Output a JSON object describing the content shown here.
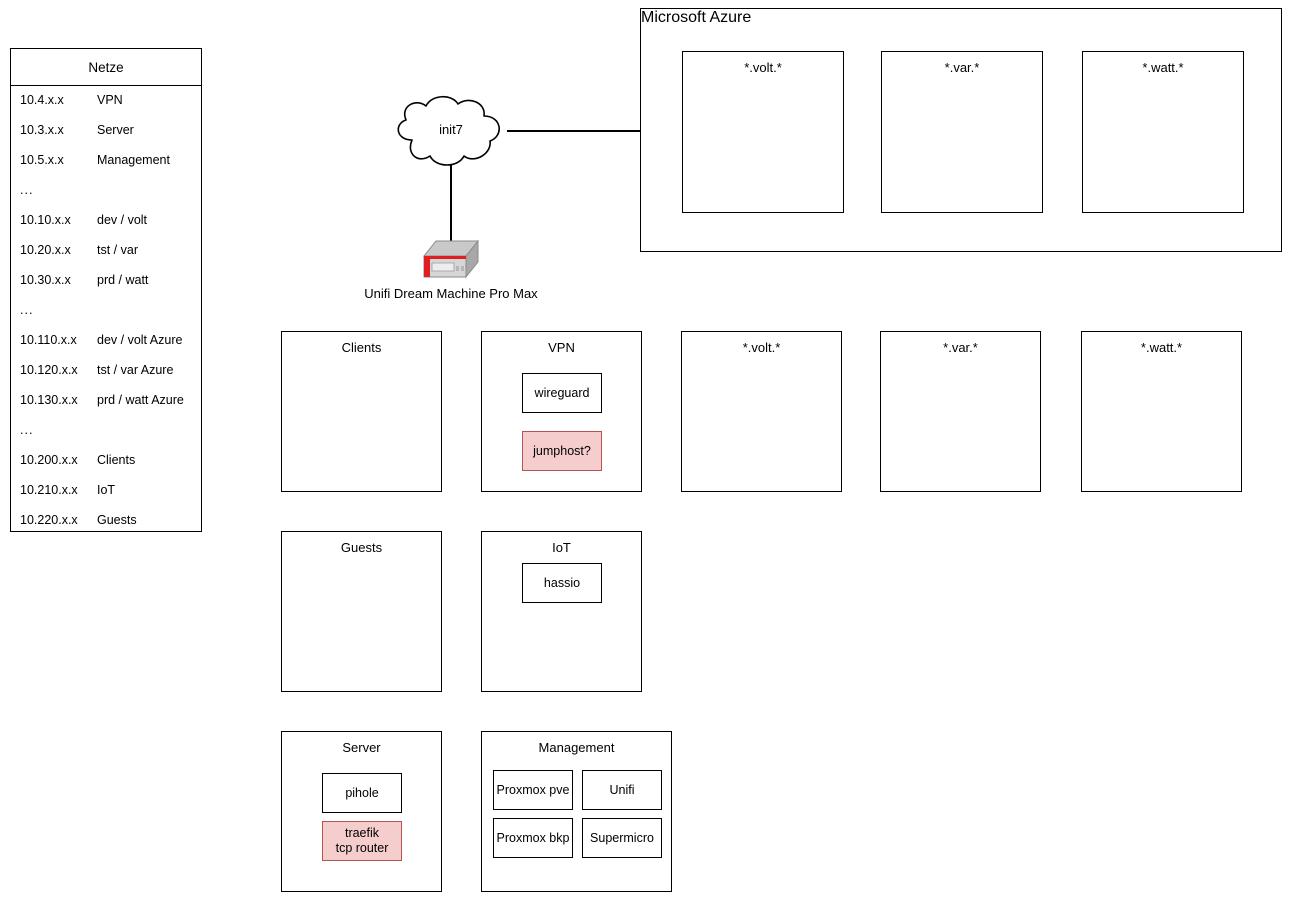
{
  "legend": {
    "title": "Netze",
    "rows": [
      {
        "ip": "10.4.x.x",
        "label": "VPN"
      },
      {
        "ip": "10.3.x.x",
        "label": "Server"
      },
      {
        "ip": "10.5.x.x",
        "label": "Management"
      },
      {
        "ip": "...",
        "label": ""
      },
      {
        "ip": "10.10.x.x",
        "label": "dev / volt"
      },
      {
        "ip": "10.20.x.x",
        "label": "tst / var"
      },
      {
        "ip": "10.30.x.x",
        "label": "prd / watt"
      },
      {
        "ip": "...",
        "label": ""
      },
      {
        "ip": "10.110.x.x",
        "label": "dev / volt Azure"
      },
      {
        "ip": "10.120.x.x",
        "label": "tst / var Azure"
      },
      {
        "ip": "10.130.x.x",
        "label": "prd / watt Azure"
      },
      {
        "ip": "...",
        "label": ""
      },
      {
        "ip": "10.200.x.x",
        "label": "Clients"
      },
      {
        "ip": "10.210.x.x",
        "label": "IoT"
      },
      {
        "ip": "10.220.x.x",
        "label": "Guests"
      }
    ]
  },
  "cloud": {
    "label": "init7",
    "icon": "cloud-icon"
  },
  "router": {
    "caption": "Unifi Dream Machine Pro Max",
    "icon": "router-appliance-icon",
    "colors": {
      "top": "#c8c8c8",
      "side": "#a0a0a0",
      "front": "#d9d9d9",
      "accent": "#e02020"
    }
  },
  "azure": {
    "title": "Microsoft Azure",
    "zones": [
      {
        "title": "*.volt.*"
      },
      {
        "title": "*.var.*"
      },
      {
        "title": "*.watt.*"
      }
    ]
  },
  "networks": {
    "row1": [
      {
        "title": "Clients",
        "items": []
      },
      {
        "title": "VPN",
        "items": [
          {
            "label": "wireguard",
            "style": "plain"
          },
          {
            "label": "jumphost?",
            "style": "red"
          }
        ]
      },
      {
        "title": "*.volt.*",
        "items": []
      },
      {
        "title": "*.var.*",
        "items": []
      },
      {
        "title": "*.watt.*",
        "items": []
      }
    ],
    "row2": [
      {
        "title": "Guests",
        "items": []
      },
      {
        "title": "IoT",
        "items": [
          {
            "label": "hassio",
            "style": "plain"
          }
        ]
      }
    ],
    "row3": [
      {
        "title": "Server",
        "items": [
          {
            "label": "pihole",
            "style": "plain"
          },
          {
            "label": "traefik\ntcp router",
            "style": "red"
          }
        ]
      },
      {
        "title": "Management",
        "items": [
          {
            "label": "Proxmox pve",
            "style": "plain"
          },
          {
            "label": "Unifi",
            "style": "plain"
          },
          {
            "label": "Proxmox bkp",
            "style": "plain"
          },
          {
            "label": "Supermicro",
            "style": "plain"
          }
        ]
      }
    ]
  },
  "colors": {
    "stroke": "#000000",
    "red_fill": "#f5cdcd",
    "red_stroke": "#b85450",
    "background": "#ffffff"
  }
}
